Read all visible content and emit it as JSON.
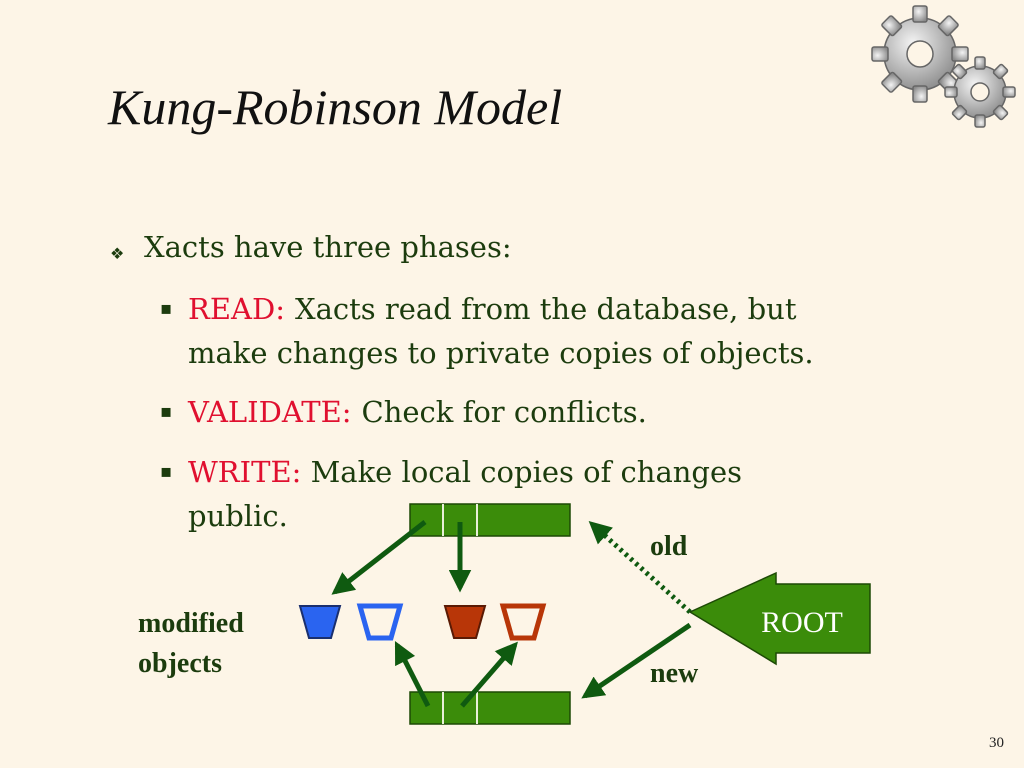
{
  "title": "Kung-Robinson Model",
  "bullet": {
    "marker": "❖",
    "text": "Xacts have three phases:"
  },
  "subbullets": [
    {
      "marker": "▪",
      "keyword": "READ:",
      "text_line1": "Xacts read from the database, but",
      "text_line2": "make changes to private copies of objects."
    },
    {
      "marker": "▪",
      "keyword": "VALIDATE:",
      "text_line1": "Check for conflicts."
    },
    {
      "marker": "▪",
      "keyword": "WRITE:",
      "text_line1": "Make local copies of changes",
      "text_line2": "public."
    }
  ],
  "diagram": {
    "label_old": "old",
    "label_new": "new",
    "label_root": "ROOT",
    "label_modified_1": "modified",
    "label_modified_2": "objects"
  },
  "colors": {
    "green_bar": "#3b8c0a",
    "arrow_green": "#0f5a10",
    "blue": "#2a64f0",
    "red": "#b83608",
    "keyword_red": "#e0102f"
  },
  "slide_number": "30"
}
